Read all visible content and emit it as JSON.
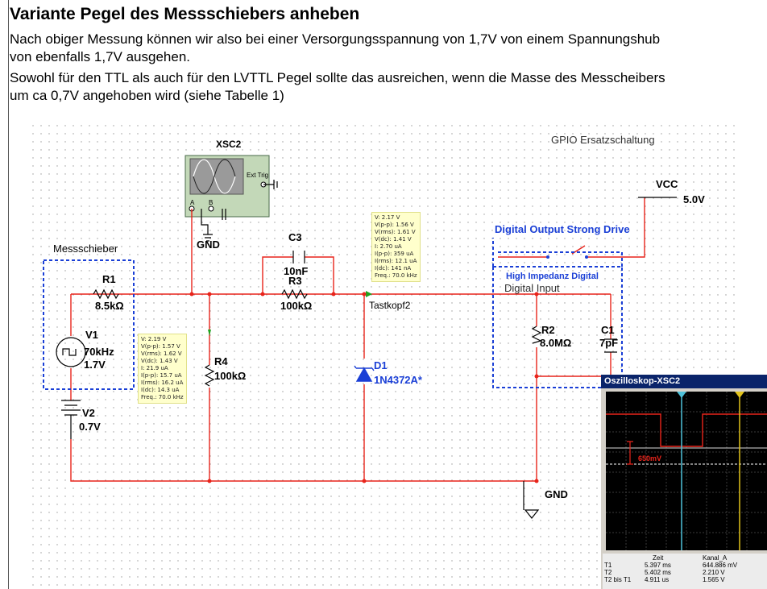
{
  "heading": "Variante Pegel des Messschiebers anheben",
  "paragraph": {
    "line1": "Nach obiger Messung können wir also bei einer Versorgungsspannung von 1,7V von einem Spannungshub",
    "line2": "von ebenfalls 1,7V ausgehen.",
    "line3": "Sowohl für den TTL als auch für den LVTTL Pegel sollte das ausreichen, wenn die Masse des Messcheibers",
    "line4": "um ca 0,7V angehoben wird (siehe Tabelle 1)"
  },
  "schematic": {
    "xsc2_label": "XSC2",
    "ext_trig": "Ext Trig",
    "chan_a": "A",
    "chan_b": "B",
    "gnd1": "GND",
    "gnd2": "GND",
    "messschieber": "Messschieber",
    "gpio_title": "GPIO Ersatzschaltung",
    "r1": {
      "name": "R1",
      "value": "8.5kΩ"
    },
    "v1": {
      "name": "V1",
      "freq": "70kHz",
      "volt": "1.7V"
    },
    "v2": {
      "name": "V2",
      "volt": "0.7V"
    },
    "r4": {
      "name": "R4",
      "value": "100kΩ"
    },
    "c3": {
      "name": "C3",
      "value": "10nF"
    },
    "r3": {
      "name": "R3",
      "value": "100kΩ"
    },
    "d1": {
      "name": "D1",
      "value": "1N4372A*"
    },
    "tastkopf": "Tastkopf2",
    "vcc": "VCC",
    "vcc_value": "5.0V",
    "digital_output": "Digital Output Strong Drive",
    "high_impedanz": "High Impedanz Digital",
    "digital_input": "Digital Input",
    "r2": {
      "name": "R2",
      "value": "8.0MΩ"
    },
    "c1": {
      "name": "C1",
      "value": "7pF"
    },
    "probe_left": [
      "V: 2.19 V",
      "V(p-p): 1.57 V",
      "V(rms): 1.62 V",
      "V(dc): 1.43 V",
      "I: 21.9 uA",
      "I(p-p): 15.7 uA",
      "I(rms): 16.2 uA",
      "I(dc): 14.3 uA",
      "Freq.: 70.0 kHz"
    ],
    "probe_right": [
      "V: 2.17 V",
      "V(p-p): 1.56 V",
      "V(rms): 1.61 V",
      "V(dc): 1.41 V",
      "I: 2.70 uA",
      "I(p-p): 359 uA",
      "I(rms): 12.1 uA",
      "I(dc): 141 nA",
      "Freq.: 70.0 kHz"
    ]
  },
  "oscilloscope": {
    "title": "Oszilloskop-XSC2",
    "marker": "650mV",
    "col_zeit": "Zeit",
    "col_kanal": "Kanal_A",
    "rows": [
      {
        "label": "T1",
        "zeit": "5.397 ms",
        "kanal": "644.886 mV"
      },
      {
        "label": "T2",
        "zeit": "5.402 ms",
        "kanal": "2.210 V"
      },
      {
        "label": "T2 bis T1",
        "zeit": "4.911 us",
        "kanal": "1.565 V"
      }
    ]
  },
  "colors": {
    "wire": "#e8241b",
    "blue": "#1a3fd6",
    "green": "#1fa31f"
  }
}
